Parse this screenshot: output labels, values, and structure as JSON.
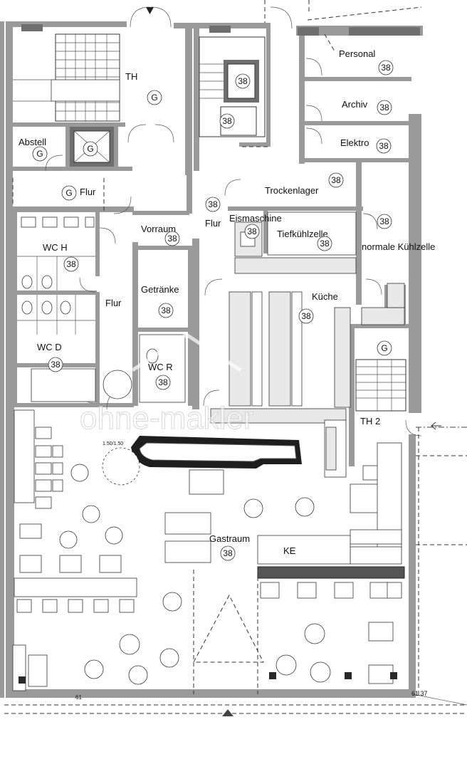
{
  "plan": {
    "rooms": {
      "th_top": "TH",
      "abstell": "Abstell",
      "flur_left": "Flur",
      "wc_h": "WC H",
      "wc_d": "WC D",
      "flur_mid": "Flur",
      "vorraum": "Vorraum",
      "getraenke": "Getränke",
      "wc_r": "WC R",
      "flur_center": "Flur",
      "personal": "Personal",
      "archiv": "Archiv",
      "elektro": "Elektro",
      "trockenlager": "Trockenlager",
      "eismaschine": "Eismaschine",
      "tiefkuehlzelle": "Tiefkühlzelle",
      "normale_kuehlzelle": "normale Kühlzelle",
      "kueche": "Küche",
      "th_2": "TH 2",
      "gastraum": "Gastraum",
      "ke": "KE"
    },
    "markers": {
      "g": "G",
      "n38": "38"
    },
    "dimensions": {
      "bar_dim": "1.50/1.50",
      "level": "61.37",
      "bottom_left": "61"
    },
    "watermark": "ohne-makler"
  }
}
